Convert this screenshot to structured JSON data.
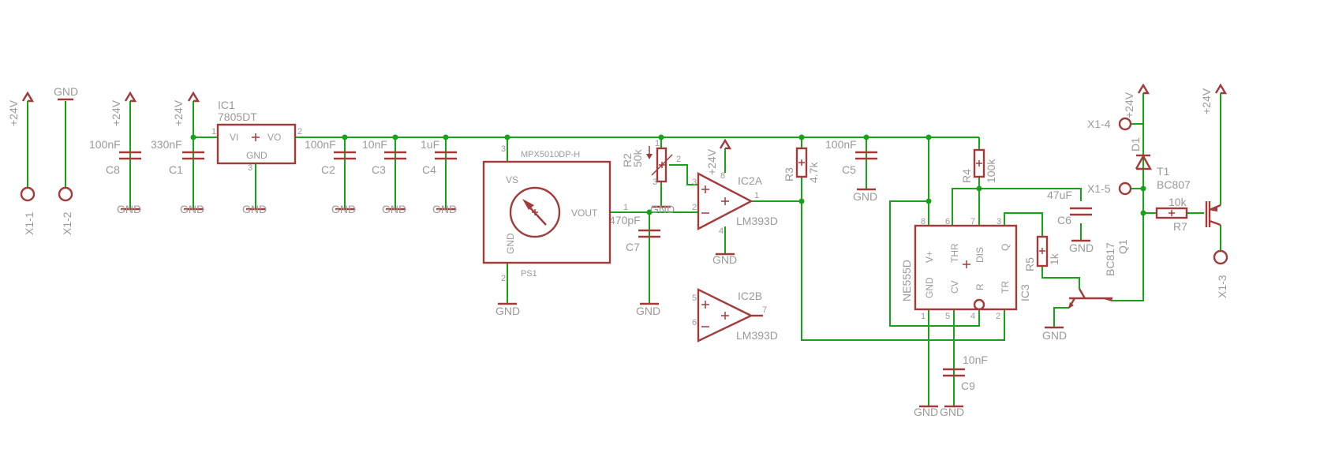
{
  "nets": {
    "v24": "+24V",
    "gnd": "GND"
  },
  "connectors": {
    "x1_1": "X1-1",
    "x1_2": "X1-2",
    "x1_3": "X1-3",
    "x1_4": "X1-4",
    "x1_5": "X1-5"
  },
  "components": {
    "ic1": {
      "name": "IC1",
      "value": "7805DT",
      "vi": "VI",
      "vo": "VO",
      "gnd": "GND",
      "p1": "1",
      "p2": "2",
      "p3": "3"
    },
    "c8": {
      "name": "C8",
      "value": "100nF"
    },
    "c1": {
      "name": "C1",
      "value": "330nF"
    },
    "c2": {
      "name": "C2",
      "value": "100nF"
    },
    "c3": {
      "name": "C3",
      "value": "10nF"
    },
    "c4": {
      "name": "C4",
      "value": "1uF"
    },
    "c5": {
      "name": "C5",
      "value": "100nF"
    },
    "c6": {
      "name": "C6",
      "value": "47uF"
    },
    "c7": {
      "name": "C7",
      "value": "470pF"
    },
    "c9": {
      "name": "C9",
      "value": "10nF"
    },
    "ps1": {
      "name": "PS1",
      "value": "MPX5010DP-H",
      "vs": "VS",
      "vout": "VOUT",
      "gnd": "GND",
      "p1": "1",
      "p2": "2",
      "p3": "3"
    },
    "r2": {
      "name": "R2",
      "value": "50k",
      "p1": "1",
      "p2": "2",
      "p3": "3"
    },
    "r3": {
      "name": "R3",
      "value": "4.7k"
    },
    "r4": {
      "name": "R4",
      "value": "100k"
    },
    "r5": {
      "name": "R5",
      "value": "1k"
    },
    "r7": {
      "name": "R7",
      "value": "10k"
    },
    "ic2a": {
      "name": "IC2A",
      "value": "LM393D",
      "p1": "1",
      "p2": "2",
      "p3": "3",
      "p4": "4",
      "p8": "8"
    },
    "ic2b": {
      "name": "IC2B",
      "value": "LM393D",
      "p5": "5",
      "p6": "6",
      "p7": "7"
    },
    "ic3": {
      "name": "IC3",
      "value": "NE555D",
      "vplus": "V+",
      "thr": "THR",
      "dis": "DIS",
      "q": "Q",
      "gnd": "GND",
      "cv": "CV",
      "r": "R",
      "tr": "TR",
      "p1": "1",
      "p2": "2",
      "p3": "3",
      "p4": "4",
      "p5": "5",
      "p6": "6",
      "p7": "7",
      "p8": "8"
    },
    "d1": {
      "name": "D1"
    },
    "t1": {
      "name": "T1",
      "value": "BC807"
    },
    "q1": {
      "name": "Q1",
      "value": "BC817"
    }
  }
}
